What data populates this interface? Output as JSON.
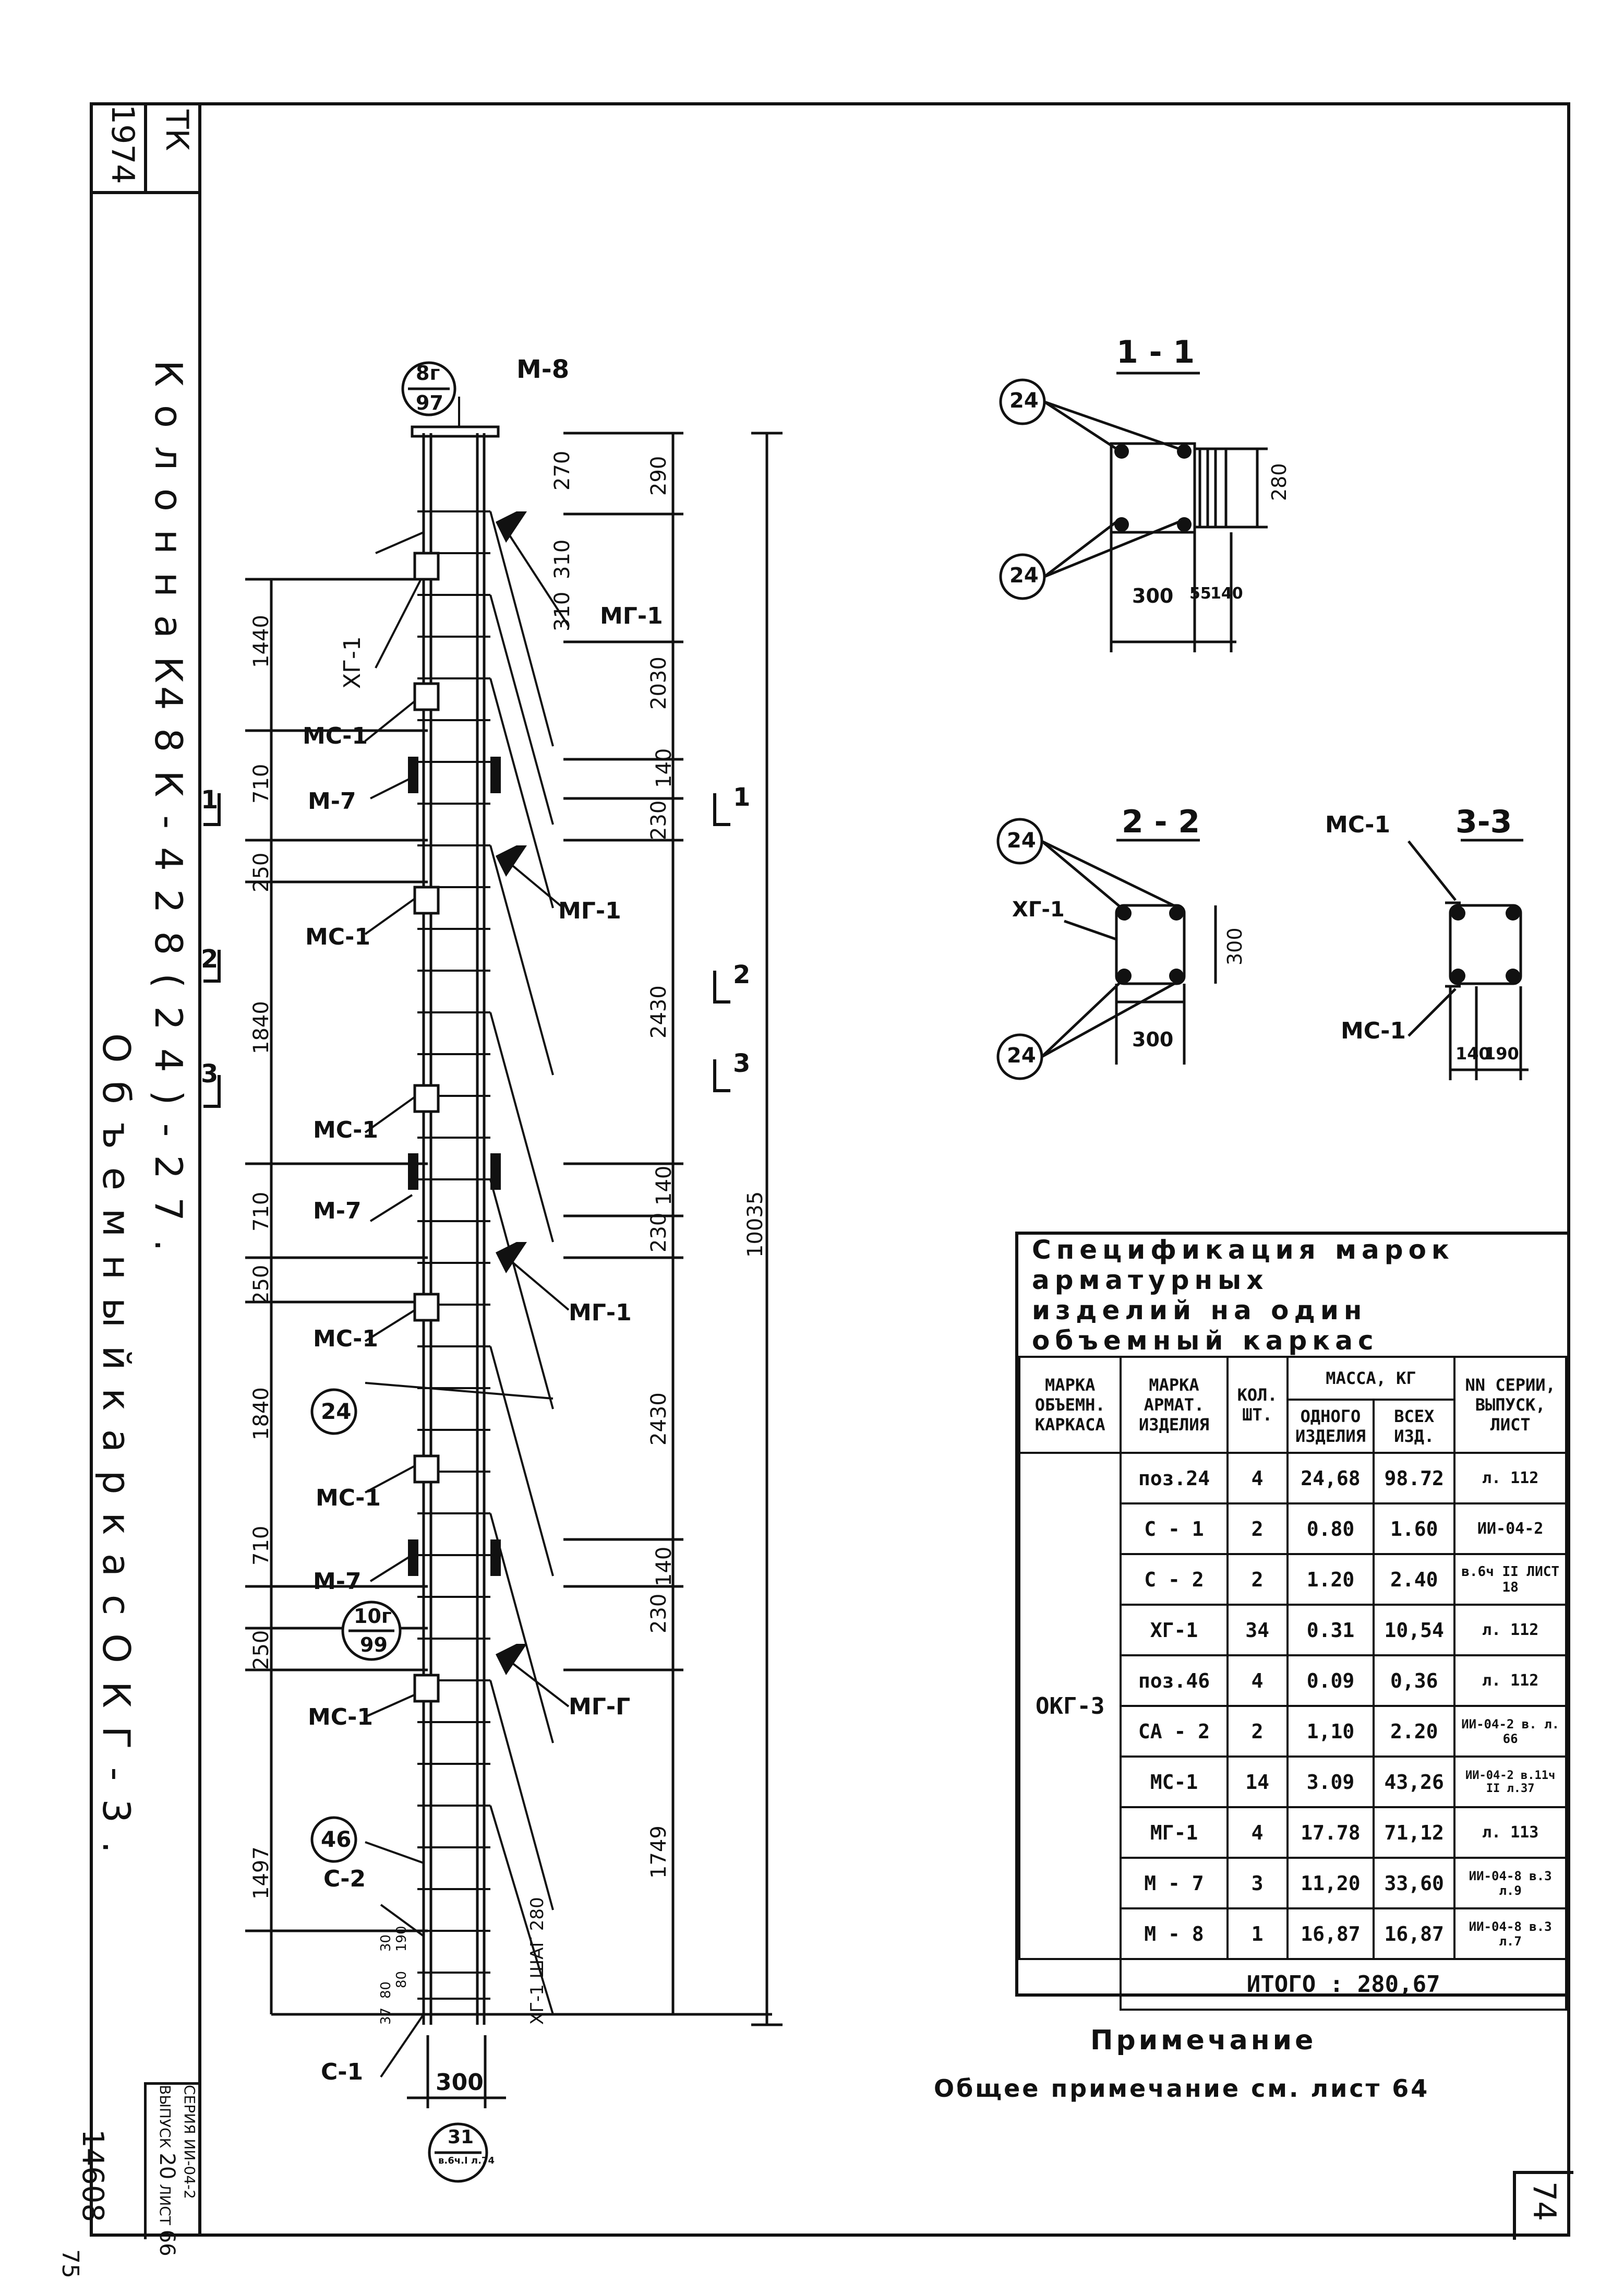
{
  "strip": {
    "tk": "ТК",
    "year": "1974",
    "title_line1": "К о л о н н а     К4 8 К - 4 2 8 ( 2 4 ) - 2 7 .",
    "title_line2": "О б ъ е м н ы й     к а р к а с     О К Г - 3 .",
    "bottom_num": "14608",
    "bottom_num2": "75",
    "stamp_seria_label": "СЕРИЯ",
    "stamp_seria": "ИИ-04-2",
    "stamp_vypusk_label": "ВЫПУСК",
    "stamp_vypusk": "20",
    "stamp_list_label": "ЛИСТ",
    "stamp_list": "66"
  },
  "drawing": {
    "callout_top": {
      "num": "8г",
      "den": "97"
    },
    "callout_mid": {
      "num": "10г",
      "den": "99"
    },
    "callout_bottom": {
      "num": "31",
      "den": "в.6ч.I л.74"
    },
    "labels": {
      "m8": "М-8",
      "mg1": "МГ-1",
      "mg1_last": "МГ-Г",
      "xg1": "ХГ-1",
      "mc1": "МС-1",
      "m7": "М-7",
      "pos24": "24",
      "pos46": "46",
      "c2": "С-2",
      "c1": "С-1",
      "xg1_step": "ХГ-1  ШАГ 280",
      "width300": "300"
    },
    "dims_left": [
      "1440",
      "710",
      "250",
      "1840",
      "710",
      "250",
      "1840",
      "710",
      "250",
      "1497",
      "190",
      "30",
      "80",
      "80",
      "37"
    ],
    "dims_right": [
      "270",
      "290",
      "310",
      "310",
      "2030",
      "140",
      "230",
      "2430",
      "140",
      "230",
      "2430",
      "140",
      "230",
      "1749"
    ],
    "dim_total": "10035",
    "section_marks": [
      "1",
      "1",
      "2",
      "2",
      "3",
      "3"
    ]
  },
  "sections": {
    "s11": {
      "title": "1 - 1",
      "pos": "24",
      "dims": [
        "300",
        "55",
        "140",
        "280"
      ]
    },
    "s22": {
      "title": "2 - 2",
      "pos": "24",
      "xg": "ХГ-1",
      "dims": [
        "300",
        "300"
      ]
    },
    "s33": {
      "title": "3-3",
      "mc": "МС-1",
      "dims": [
        "140",
        "190"
      ]
    }
  },
  "spec": {
    "title_line1": "Спецификация  марок  арматурных",
    "title_line2": "изделий  на  один  объемный  каркас",
    "headers": {
      "marka_obj": "МАРКА ОБЪЕМН. КАРКАСА",
      "marka_arm": "МАРКА АРМАТ. ИЗДЕЛИЯ",
      "kol": "КОЛ. ШТ.",
      "massa": "МАССА, КГ",
      "odnogo": "ОДНОГО ИЗДЕЛИЯ",
      "vseh": "ВСЕХ ИЗД.",
      "seria": "NN СЕРИИ, ВЫПУСК, ЛИСТ"
    },
    "obj_marka": "ОКГ-3",
    "rows": [
      {
        "marka": "поз.24",
        "kol": "4",
        "one": "24,68",
        "all": "98.72",
        "ref": "л. 112"
      },
      {
        "marka": "С - 1",
        "kol": "2",
        "one": "0.80",
        "all": "1.60",
        "ref": "ИИ-04-2"
      },
      {
        "marka": "С - 2",
        "kol": "2",
        "one": "1.20",
        "all": "2.40",
        "ref": "в.6ч II ЛИСТ 18"
      },
      {
        "marka": "ХГ-1",
        "kol": "34",
        "one": "0.31",
        "all": "10,54",
        "ref": "л. 112"
      },
      {
        "marka": "поз.46",
        "kol": "4",
        "one": "0.09",
        "all": "0,36",
        "ref": "л. 112"
      },
      {
        "marka": "СА - 2",
        "kol": "2",
        "one": "1,10",
        "all": "2.20",
        "ref": "ИИ-04-2 в. л. 66"
      },
      {
        "marka": "МС-1",
        "kol": "14",
        "one": "3.09",
        "all": "43,26",
        "ref": "ИИ-04-2 в.11ч II л.37"
      },
      {
        "marka": "МГ-1",
        "kol": "4",
        "one": "17.78",
        "all": "71,12",
        "ref": "л. 113"
      },
      {
        "marka": "М - 7",
        "kol": "3",
        "one": "11,20",
        "all": "33,60",
        "ref": "ИИ-04-8 в.3 л.9"
      },
      {
        "marka": "М - 8",
        "kol": "1",
        "one": "16,87",
        "all": "16,87",
        "ref": "ИИ-04-8 в.3 л.7"
      }
    ],
    "total_label": "ИТОГО :",
    "total_value": "280,67"
  },
  "note": {
    "title": "Примечание",
    "text": "Общее   примечание   см.  лист 64"
  },
  "sheet_number": "74"
}
